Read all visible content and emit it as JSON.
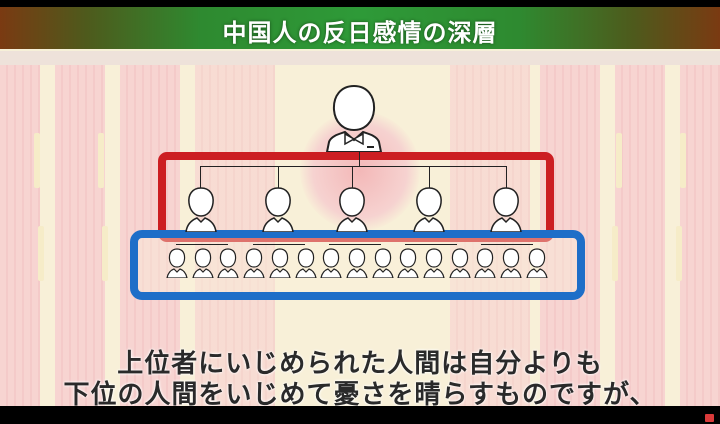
{
  "banner": {
    "title": "中国人の反日感情の深層",
    "colors": {
      "green": "#2e9a38",
      "edge_brown": "#7a3a12"
    }
  },
  "diagram": {
    "top_level": {
      "count": 1,
      "label": "leader"
    },
    "middle_level": {
      "count": 5,
      "highlight_color": "#cc1e22"
    },
    "bottom_level": {
      "count": 15,
      "groups": 5,
      "per_group": 3,
      "highlight_color": "#1e6ec8"
    }
  },
  "subtitle": {
    "line1": "上位者にいじめられた人間は自分よりも",
    "line2": "下位の人間をいじめて憂さを晴らすものですが、"
  },
  "channel_logo": {
    "color": "#d93a3a"
  }
}
